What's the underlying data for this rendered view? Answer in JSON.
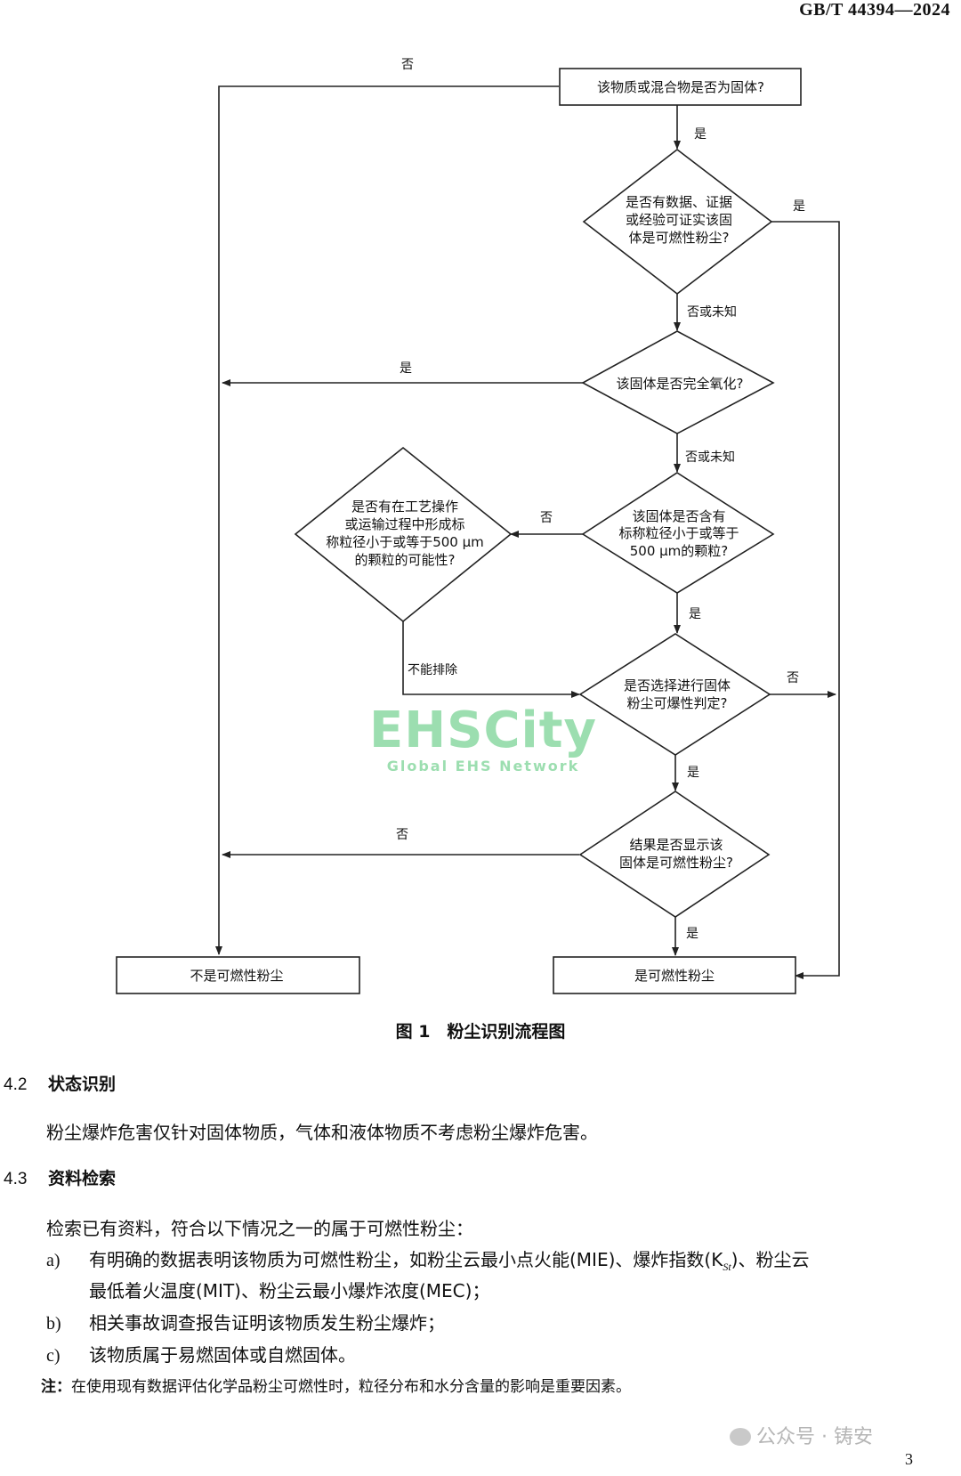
{
  "header": {
    "standard_code": "GB/T 44394—2024"
  },
  "flowchart": {
    "nodes": {
      "q_solid": "该物质或混合物是否为固体?",
      "q_data_lines": [
        "是否有数据、证据",
        "或经验可证实该固",
        "体是可燃性粉尘?"
      ],
      "q_oxidized": "该固体是否完全氧化?",
      "q_particle_lines": [
        "该固体是否含有",
        "标称粒径小于或等于",
        "500 μm的颗粒?"
      ],
      "q_process_lines": [
        "是否有在工艺操作",
        "或运输过程中形成标",
        "称粒径小于或等于500 μm",
        "的颗粒的可能性?"
      ],
      "q_test_lines": [
        "是否选择进行固体",
        "粉尘可爆性判定?"
      ],
      "q_result_lines": [
        "结果是否显示该",
        "固体是可燃性粉尘?"
      ],
      "end_not": "不是可燃性粉尘",
      "end_yes": "是可燃性粉尘"
    },
    "labels": {
      "solid_no": "否",
      "solid_yes": "是",
      "data_yes": "是",
      "data_no": "否或未知",
      "oxidized_yes": "是",
      "oxidized_no": "否或未知",
      "particle_no": "否",
      "particle_yes": "是",
      "process_cannot": "不能排除",
      "test_no": "否",
      "test_yes": "是",
      "result_no": "否",
      "result_yes": "是"
    }
  },
  "watermark": {
    "main": "EHSCity",
    "sub": "Global EHS Network"
  },
  "figure_caption": "图 1　粉尘识别流程图",
  "sections": [
    {
      "number": "4.2",
      "title": "状态识别"
    },
    {
      "number": "4.3",
      "title": "资料检索"
    }
  ],
  "section_4_2_text": "粉尘爆炸危害仅针对固体物质，气体和液体物质不考虑粉尘爆炸危害。",
  "section_4_3_intro": "检索已有资料，符合以下情况之一的属于可燃性粉尘：",
  "list_items": [
    {
      "marker": "a)",
      "text": "有明确的数据表明该物质为可燃性粉尘，如粉尘云最小点火能(MIE)、爆炸指数(K",
      "sub": "St",
      "text_after": ")、粉尘云",
      "continuation": "最低着火温度(MIT)、粉尘云最小爆炸浓度(MEC)；"
    },
    {
      "marker": "b)",
      "text": "相关事故调查报告证明该物质发生粉尘爆炸；"
    },
    {
      "marker": "c)",
      "text": "该物质属于易燃固体或自燃固体。"
    }
  ],
  "note": {
    "label": "注：",
    "text": "在使用现有数据评估化学品粉尘可燃性时，粒径分布和水分含量的影响是重要因素。"
  },
  "footer": {
    "wechat_source": "公众号 · 铸安",
    "page_number": "3"
  }
}
